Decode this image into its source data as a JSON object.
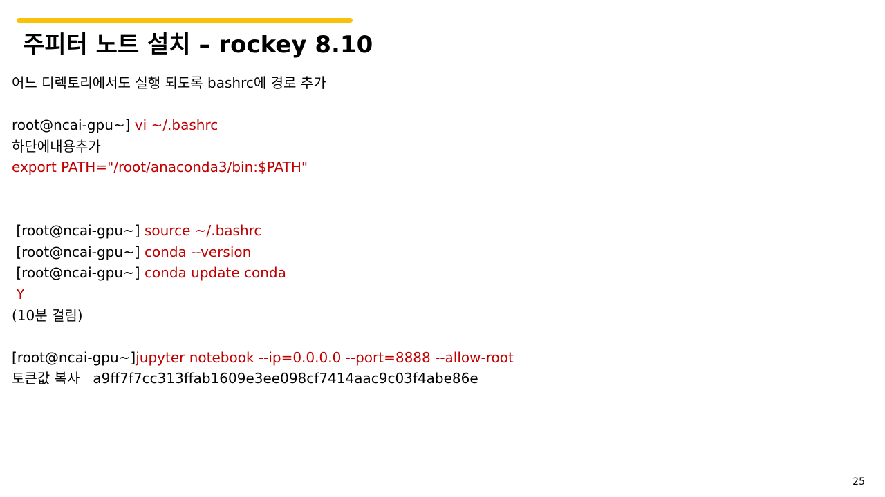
{
  "slide": {
    "title": "주피터 노트 설치 – rockey 8.10",
    "accent_color": "#f9c20a",
    "command_color": "#c00000",
    "page_number": "25"
  },
  "lines": [
    {
      "plain": "어느 디렉토리에서도 실행 되도록 bashrc에 경로 추가",
      "cmd": ""
    },
    {
      "plain": "",
      "cmd": ""
    },
    {
      "plain": "root@ncai-gpu~] ",
      "cmd": "vi ~/.bashrc"
    },
    {
      "plain": "하단에내용추가",
      "cmd": ""
    },
    {
      "plain": "",
      "cmd": "export PATH=\"/root/anaconda3/bin:$PATH\""
    },
    {
      "plain": "",
      "cmd": ""
    },
    {
      "plain": "",
      "cmd": ""
    },
    {
      "plain": " [root@ncai-gpu~] ",
      "cmd": "source ~/.bashrc"
    },
    {
      "plain": " [root@ncai-gpu~] ",
      "cmd": "conda --version"
    },
    {
      "plain": " [root@ncai-gpu~] ",
      "cmd": "conda update conda"
    },
    {
      "plain": " ",
      "cmd": "Y"
    },
    {
      "plain": "(10분 걸림)",
      "cmd": ""
    },
    {
      "plain": "",
      "cmd": ""
    },
    {
      "plain": "[root@ncai-gpu~]",
      "cmd": "jupyter notebook --ip=0.0.0.0 --port=8888 --allow-root"
    },
    {
      "plain": "토큰값 복사   a9ff7f7cc313ffab1609e3ee098cf7414aac9c03f4abe86e",
      "cmd": ""
    }
  ]
}
